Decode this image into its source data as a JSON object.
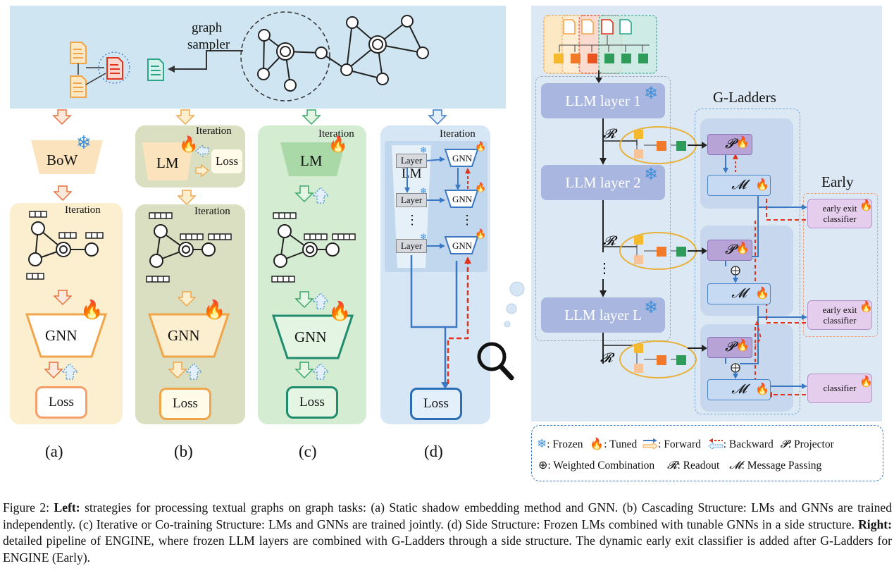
{
  "top": {
    "graph_sampler_1": "graph",
    "graph_sampler_2": "sampler"
  },
  "panel_labels": [
    "(a)",
    "(b)",
    "(c)",
    "(d)"
  ],
  "a": {
    "bow": "BoW",
    "iteration": "Iteration",
    "gnn": "GNN",
    "loss": "Loss"
  },
  "b": {
    "iteration_top": "Iteration",
    "lm": "LM",
    "loss_top": "Loss",
    "iteration": "Iteration",
    "gnn": "GNN",
    "loss": "Loss"
  },
  "c": {
    "iteration": "Iteration",
    "lm": "LM",
    "gnn": "GNN",
    "loss": "Loss"
  },
  "d": {
    "iteration": "Iteration",
    "layer": "Layer",
    "lm": "LM",
    "gnn": "GNN",
    "dots": "⋮",
    "loss": "Loss"
  },
  "right": {
    "llm_layer_1": "LLM layer 1",
    "llm_layer_2": "LLM layer 2",
    "llm_layer_l": "LLM layer L",
    "dots": "⋮",
    "g_ladders": "G-Ladders",
    "early": "Early",
    "readout": "𝓡",
    "projector": "𝓟",
    "message_passing": "𝓜",
    "early_exit_classifier_1": "early exit classifier",
    "early_exit_classifier_2": "early exit classifier",
    "classifier": "classifier"
  },
  "legend": {
    "frozen": ": Frozen",
    "tuned": ": Tuned",
    "forward": ": Forward",
    "backward": ": Backward",
    "projector": ": Projector",
    "weighted": ": Weighted Combination",
    "readout": ": Readout",
    "message": ": Message Passing",
    "p_sym": "𝓟",
    "r_sym": "𝓡",
    "m_sym": "𝓜"
  },
  "caption": {
    "fig": "Figure 2:",
    "left_b": "Left:",
    "left_text": " strategies for processing textual graphs on graph tasks: (a) Static shadow embedding method and GNN. (b) Cascading Structure: LMs and GNNs are trained independently. (c) Iterative or Co-training Structure: LMs and GNNs are trained jointly. (d) Side Structure: Frozen LMs combined with tunable GNNs in a side structure. ",
    "right_b": "Right:",
    "right_text": " detailed pipeline of ENGINE, where frozen LLM layers are combined with G-Ladders through a side structure. The dynamic early exit classifier is added after G-Ladders for ENGINE (Early)."
  },
  "colors": {
    "top_band": "#cfe6f2",
    "panel_a": "#fcefcf",
    "panel_b": "#d9dfc0",
    "panel_c": "#d4ecd2",
    "panel_d": "#d7e6f4",
    "right_bg": "#dce9f5",
    "llm": "#a9b7e0",
    "fire": "#e0321c",
    "snow": "#3d8fd8"
  }
}
